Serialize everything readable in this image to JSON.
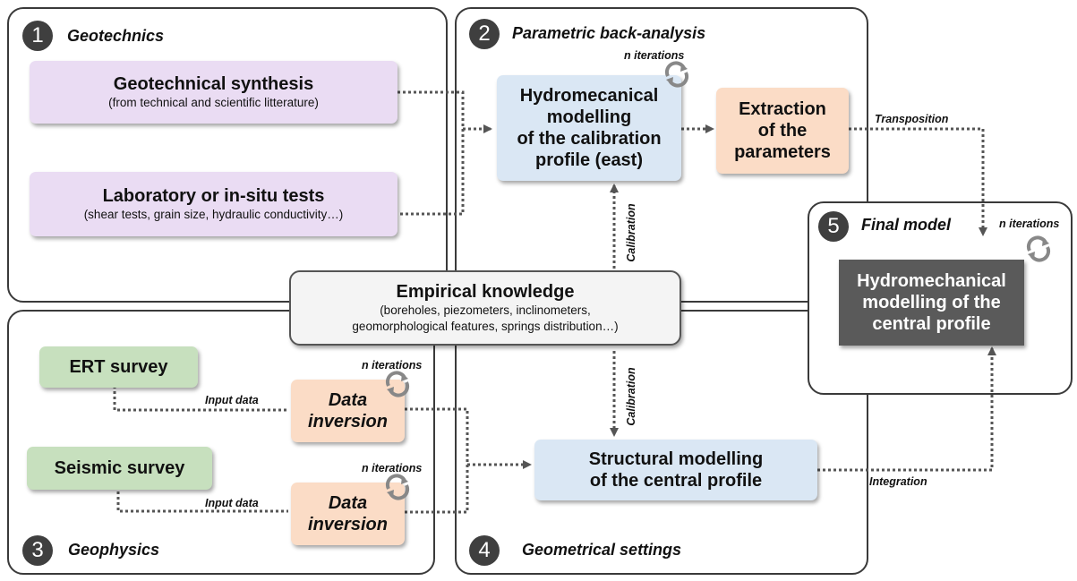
{
  "panels": {
    "p1": {
      "num": "1",
      "title": "Geotechnics"
    },
    "p2": {
      "num": "2",
      "title": "Parametric back-analysis"
    },
    "p3": {
      "num": "3",
      "title": "Geophysics"
    },
    "p4": {
      "num": "4",
      "title": "Geometrical settings"
    },
    "p5": {
      "num": "5",
      "title": "Final model"
    }
  },
  "boxes": {
    "geo_synthesis": {
      "title": "Geotechnical synthesis",
      "subtitle": "(from technical and scientific litterature)"
    },
    "lab_tests": {
      "title": "Laboratory or in-situ tests",
      "subtitle": "(shear tests, grain size, hydraulic conductivity…)"
    },
    "hydro_calibration": {
      "line1": "Hydromecanical",
      "line2": "modelling",
      "line3": "of the calibration",
      "line4": "profile (east)"
    },
    "extraction": {
      "line1": "Extraction",
      "line2": "of the",
      "line3": "parameters"
    },
    "empirical": {
      "title": "Empirical knowledge",
      "line1": "(boreholes, piezometers, inclinometers,",
      "line2": "geomorphological features, springs distribution…)"
    },
    "ert": {
      "title": "ERT survey"
    },
    "seismic": {
      "title": "Seismic survey"
    },
    "inversion1": {
      "line1": "Data",
      "line2": "inversion"
    },
    "inversion2": {
      "line1": "Data",
      "line2": "inversion"
    },
    "structural": {
      "line1": "Structural modelling",
      "line2": "of the central profile"
    },
    "hydro_central": {
      "line1": "Hydromechanical",
      "line2": "modelling of the",
      "line3": "central profile"
    }
  },
  "labels": {
    "n_iter_top": "n iterations",
    "n_iter_final": "n iterations",
    "n_iter_ert": "n iterations",
    "n_iter_seismic": "n iterations",
    "transposition": "Transposition",
    "calibration_up": "Calibration",
    "calibration_down": "Calibration",
    "input_data_1": "Input data",
    "input_data_2": "Input data",
    "integration": "Integration"
  },
  "colors": {
    "purple": "#eadcf3",
    "blue": "#dae7f4",
    "peach": "#fbdcc6",
    "green": "#c7e0be",
    "dark_box": "#5a5a5a",
    "line": "#555555"
  },
  "icons": {
    "iteration": "cycle-arrows-icon"
  }
}
